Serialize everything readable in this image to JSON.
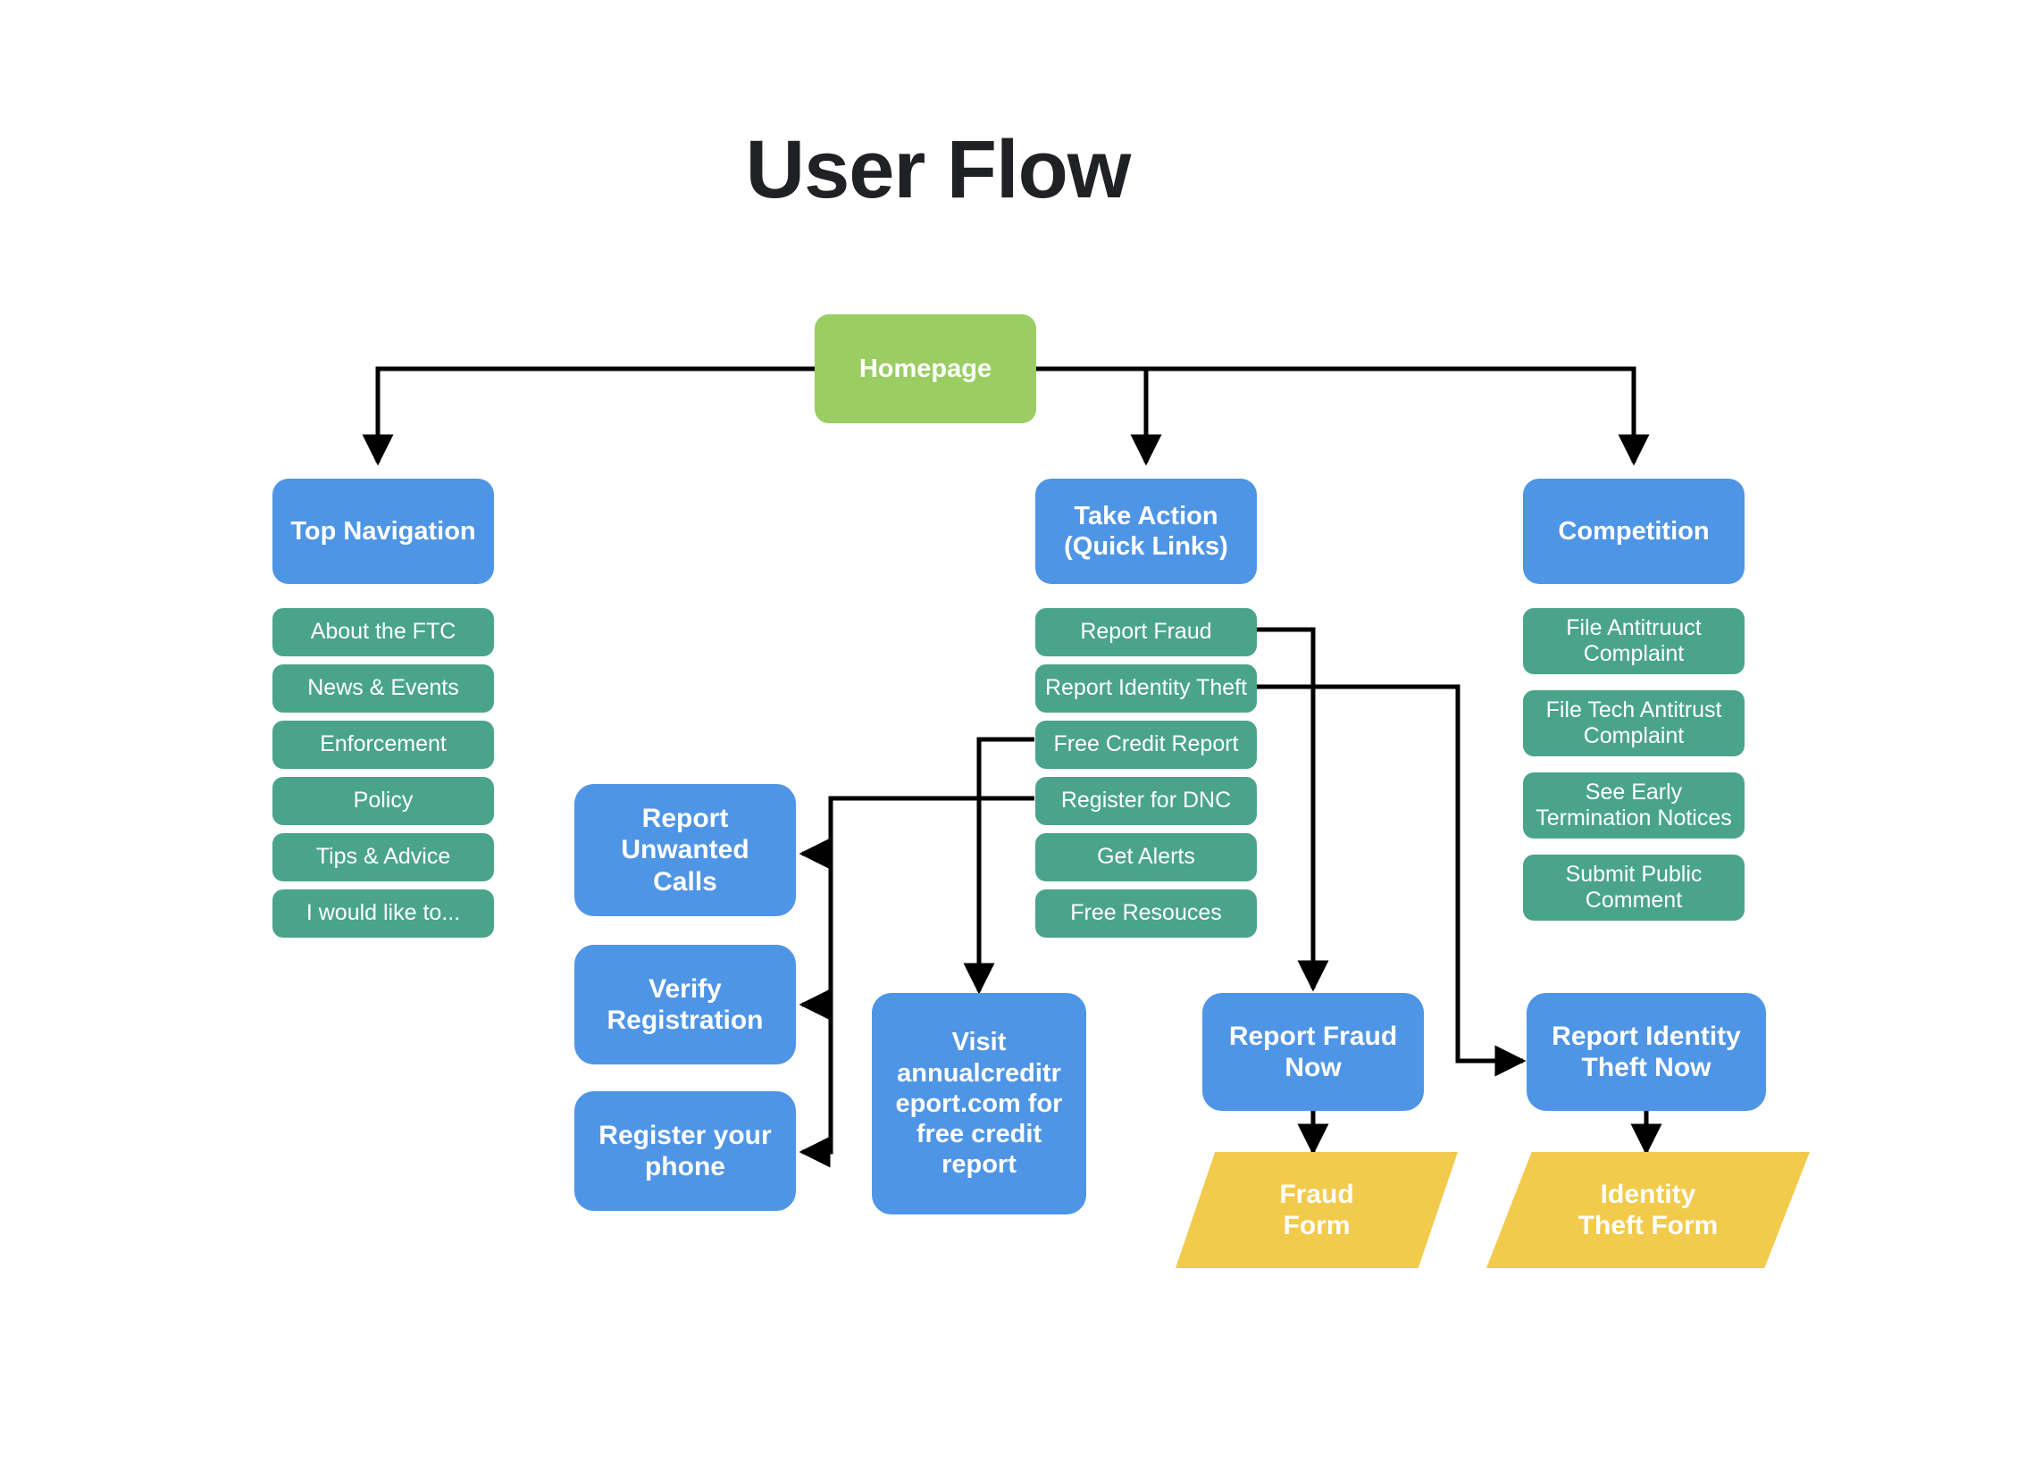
{
  "title": "User Flow",
  "colors": {
    "root": "#9acd62",
    "primary": "#4f95e6",
    "leaf": "#4aa48b",
    "form": "#f2ca4c",
    "connector": "#000000",
    "background": "#ffffff",
    "title_text": "#202124",
    "node_text": "#ffffff"
  },
  "chart_data": {
    "type": "diagram",
    "title": "User Flow",
    "nodes": [
      {
        "id": "homepage",
        "label": "Homepage",
        "kind": "root",
        "shape": "rounded-rect",
        "color": "#9acd62"
      },
      {
        "id": "top-navigation",
        "label": "Top Navigation",
        "kind": "primary",
        "shape": "rounded-rect",
        "color": "#4f95e6"
      },
      {
        "id": "take-action",
        "label": "Take Action\n(Quick Links)",
        "kind": "primary",
        "shape": "rounded-rect",
        "color": "#4f95e6"
      },
      {
        "id": "competition",
        "label": "Competition",
        "kind": "primary",
        "shape": "rounded-rect",
        "color": "#4f95e6"
      },
      {
        "id": "about-the-ftc",
        "label": "About the FTC",
        "kind": "leaf",
        "shape": "rounded-rect",
        "color": "#4aa48b"
      },
      {
        "id": "news-events",
        "label": "News & Events",
        "kind": "leaf",
        "shape": "rounded-rect",
        "color": "#4aa48b"
      },
      {
        "id": "enforcement",
        "label": "Enforcement",
        "kind": "leaf",
        "shape": "rounded-rect",
        "color": "#4aa48b"
      },
      {
        "id": "policy",
        "label": "Policy",
        "kind": "leaf",
        "shape": "rounded-rect",
        "color": "#4aa48b"
      },
      {
        "id": "tips-advice",
        "label": "Tips & Advice",
        "kind": "leaf",
        "shape": "rounded-rect",
        "color": "#4aa48b"
      },
      {
        "id": "i-would-like-to",
        "label": "I would like to...",
        "kind": "leaf",
        "shape": "rounded-rect",
        "color": "#4aa48b"
      },
      {
        "id": "report-fraud",
        "label": "Report Fraud",
        "kind": "leaf",
        "shape": "rounded-rect",
        "color": "#4aa48b"
      },
      {
        "id": "report-identity-theft",
        "label": "Report Identity Theft",
        "kind": "leaf",
        "shape": "rounded-rect",
        "color": "#4aa48b"
      },
      {
        "id": "free-credit-report",
        "label": "Free Credit Report",
        "kind": "leaf",
        "shape": "rounded-rect",
        "color": "#4aa48b"
      },
      {
        "id": "register-for-dnc",
        "label": "Register for DNC",
        "kind": "leaf",
        "shape": "rounded-rect",
        "color": "#4aa48b"
      },
      {
        "id": "get-alerts",
        "label": "Get Alerts",
        "kind": "leaf",
        "shape": "rounded-rect",
        "color": "#4aa48b"
      },
      {
        "id": "free-resouces",
        "label": "Free Resouces",
        "kind": "leaf",
        "shape": "rounded-rect",
        "color": "#4aa48b"
      },
      {
        "id": "file-antitruuct-complaint",
        "label": "File Antitruuct\nComplaint",
        "kind": "leaf",
        "shape": "rounded-rect",
        "color": "#4aa48b"
      },
      {
        "id": "file-tech-antitrust-complaint",
        "label": "File Tech Antitrust\nComplaint",
        "kind": "leaf",
        "shape": "rounded-rect",
        "color": "#4aa48b"
      },
      {
        "id": "see-early-termination-notices",
        "label": "See Early\nTermination Notices",
        "kind": "leaf",
        "shape": "rounded-rect",
        "color": "#4aa48b"
      },
      {
        "id": "submit-public-comment",
        "label": "Submit Public\nComment",
        "kind": "leaf",
        "shape": "rounded-rect",
        "color": "#4aa48b"
      },
      {
        "id": "report-unwanted-calls",
        "label": "Report\nUnwanted\nCalls",
        "kind": "action",
        "shape": "rounded-rect",
        "color": "#4f95e6"
      },
      {
        "id": "verify-registration",
        "label": "Verify\nRegistration",
        "kind": "action",
        "shape": "rounded-rect",
        "color": "#4f95e6"
      },
      {
        "id": "register-your-phone",
        "label": "Register your\nphone",
        "kind": "action",
        "shape": "rounded-rect",
        "color": "#4f95e6"
      },
      {
        "id": "visit-annualcreditreport",
        "label": "Visit\nannualcreditr\neport.com for\nfree credit\nreport",
        "kind": "action",
        "shape": "rounded-rect",
        "color": "#4f95e6"
      },
      {
        "id": "report-fraud-now",
        "label": "Report Fraud\nNow",
        "kind": "action",
        "shape": "rounded-rect",
        "color": "#4f95e6"
      },
      {
        "id": "report-identity-theft-now",
        "label": "Report Identity\nTheft Now",
        "kind": "action",
        "shape": "rounded-rect",
        "color": "#4f95e6"
      },
      {
        "id": "fraud-form",
        "label": "Fraud\nForm",
        "kind": "form",
        "shape": "parallelogram",
        "color": "#f2ca4c"
      },
      {
        "id": "identity-theft-form",
        "label": "Identity\nTheft  Form",
        "kind": "form",
        "shape": "parallelogram",
        "color": "#f2ca4c"
      }
    ],
    "edges": [
      {
        "from": "homepage",
        "to": "top-navigation"
      },
      {
        "from": "homepage",
        "to": "take-action"
      },
      {
        "from": "homepage",
        "to": "competition"
      },
      {
        "from": "report-fraud",
        "to": "report-fraud-now"
      },
      {
        "from": "report-identity-theft",
        "to": "report-identity-theft-now"
      },
      {
        "from": "free-credit-report",
        "to": "visit-annualcreditreport"
      },
      {
        "from": "register-for-dnc",
        "to": "report-unwanted-calls"
      },
      {
        "from": "register-for-dnc",
        "to": "verify-registration"
      },
      {
        "from": "register-for-dnc",
        "to": "register-your-phone"
      },
      {
        "from": "report-fraud-now",
        "to": "fraud-form"
      },
      {
        "from": "report-identity-theft-now",
        "to": "identity-theft-form"
      }
    ]
  },
  "nodes": {
    "homepage": "Homepage",
    "top_navigation": "Top Navigation",
    "take_action": "Take Action\n(Quick Links)",
    "competition": "Competition",
    "about_the_ftc": "About the FTC",
    "news_events": "News & Events",
    "enforcement": "Enforcement",
    "policy": "Policy",
    "tips_advice": "Tips & Advice",
    "i_would_like_to": "I would like to...",
    "report_fraud": "Report Fraud",
    "report_identity_theft": "Report Identity Theft",
    "free_credit_report": "Free Credit Report",
    "register_for_dnc": "Register for DNC",
    "get_alerts": "Get Alerts",
    "free_resouces": "Free Resouces",
    "file_antitruuct_complaint": "File Antitruuct\nComplaint",
    "file_tech_antitrust_complaint": "File Tech Antitrust\nComplaint",
    "see_early_termination_notices": "See Early\nTermination Notices",
    "submit_public_comment": "Submit Public\nComment",
    "report_unwanted_calls": "Report\nUnwanted\nCalls",
    "verify_registration": "Verify\nRegistration",
    "register_your_phone": "Register your\nphone",
    "visit_annualcreditreport": "Visit\nannualcreditr\neport.com for\nfree credit\nreport",
    "report_fraud_now": "Report Fraud\nNow",
    "report_identity_theft_now": "Report Identity\nTheft Now",
    "fraud_form": "Fraud\nForm",
    "identity_theft_form": "Identity\nTheft  Form"
  }
}
